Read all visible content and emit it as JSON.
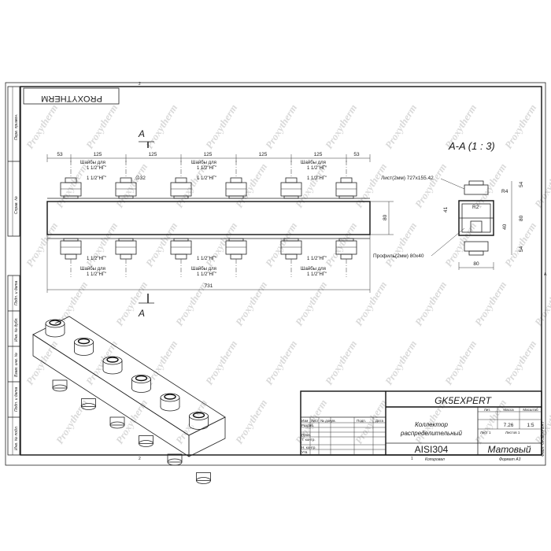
{
  "watermark": "Proxytherm",
  "brand_stamp": "PROXYTHERM",
  "sheet_marks": {
    "top": "2",
    "bottom_left": "2",
    "bottom_right": "1",
    "right": "A"
  },
  "side_labels": [
    "Перв. примен.",
    "Справ. №",
    "Подп. и дата",
    "Инв. № дубл.",
    "Взам. инв. №",
    "Подп. и дата",
    "Инв. № подл."
  ],
  "section_mark": "A",
  "section_title": "A-A (1 : 3)",
  "dims_top": [
    "53",
    "125",
    "125",
    "125",
    "125",
    "125",
    "53"
  ],
  "dim_diameter": "∅32",
  "dim_total": "731",
  "dim_height": "80",
  "washer_label": "Шайбы для",
  "thread_label": "1 1/2\"НГ\"",
  "section_dims": {
    "width": "80",
    "r4": "R4",
    "r2": "R2",
    "d54a": "54",
    "d54b": "54",
    "d40": "40",
    "d41": "41",
    "d80v": "80"
  },
  "callouts": {
    "sheet": "Лист(2мм) 727x155.42",
    "profile": "Профиль(2мм) 80x40"
  },
  "title_block": {
    "code": "GK5EXPERT",
    "name_line1": "Коллектор",
    "name_line2": "распределительный",
    "material": "AISI304",
    "finish": "Матовый",
    "col_headers": [
      "Изм",
      "Лист",
      "№ докум.",
      "Подп.",
      "Дата"
    ],
    "rows": [
      "Разраб.",
      "Пров.",
      "Т. контр.",
      "Н. контр.",
      "Утв."
    ],
    "lit_header": "Лит.",
    "mass_header": "Масса",
    "scale_header": "Масштаб",
    "mass": "7.26",
    "scale": "1:5",
    "sheet": "Лист 1",
    "sheets": "Листов 1",
    "copied": "Копировал",
    "format": "Формат A3",
    "vertical_code": "Файл: GK5EXPERT"
  }
}
